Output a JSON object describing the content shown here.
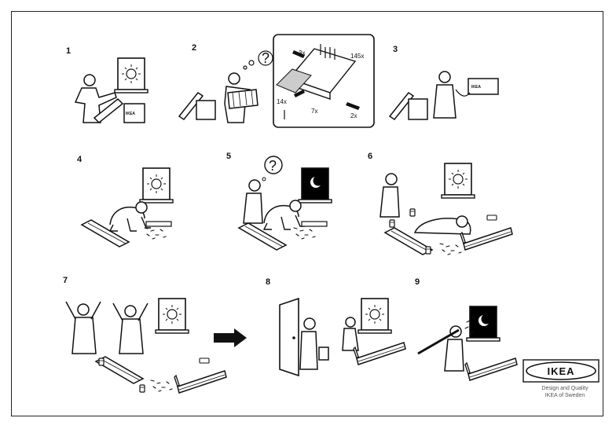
{
  "steps": [
    {
      "number": "1"
    },
    {
      "number": "2",
      "parts": {
        "a": "3x",
        "b": "145x",
        "c": "14x",
        "d": "7x",
        "e": "2x"
      }
    },
    {
      "number": "3"
    },
    {
      "number": "4"
    },
    {
      "number": "5"
    },
    {
      "number": "6"
    },
    {
      "number": "7"
    },
    {
      "number": "8"
    },
    {
      "number": "9"
    }
  ],
  "box_label": "IKEA",
  "question_mark": "?",
  "brand": {
    "logo": "IKEA",
    "tagline_1": "Design and Quality",
    "tagline_2": "IKEA of Sweden"
  },
  "icons": [
    "sun-icon",
    "moon-icon",
    "arrow-right-icon",
    "thought-bubble-icon",
    "gun-icon"
  ],
  "colors": {
    "ink": "#111111",
    "night": "#000000",
    "paper": "#ffffff",
    "logo_border": "#111111"
  }
}
